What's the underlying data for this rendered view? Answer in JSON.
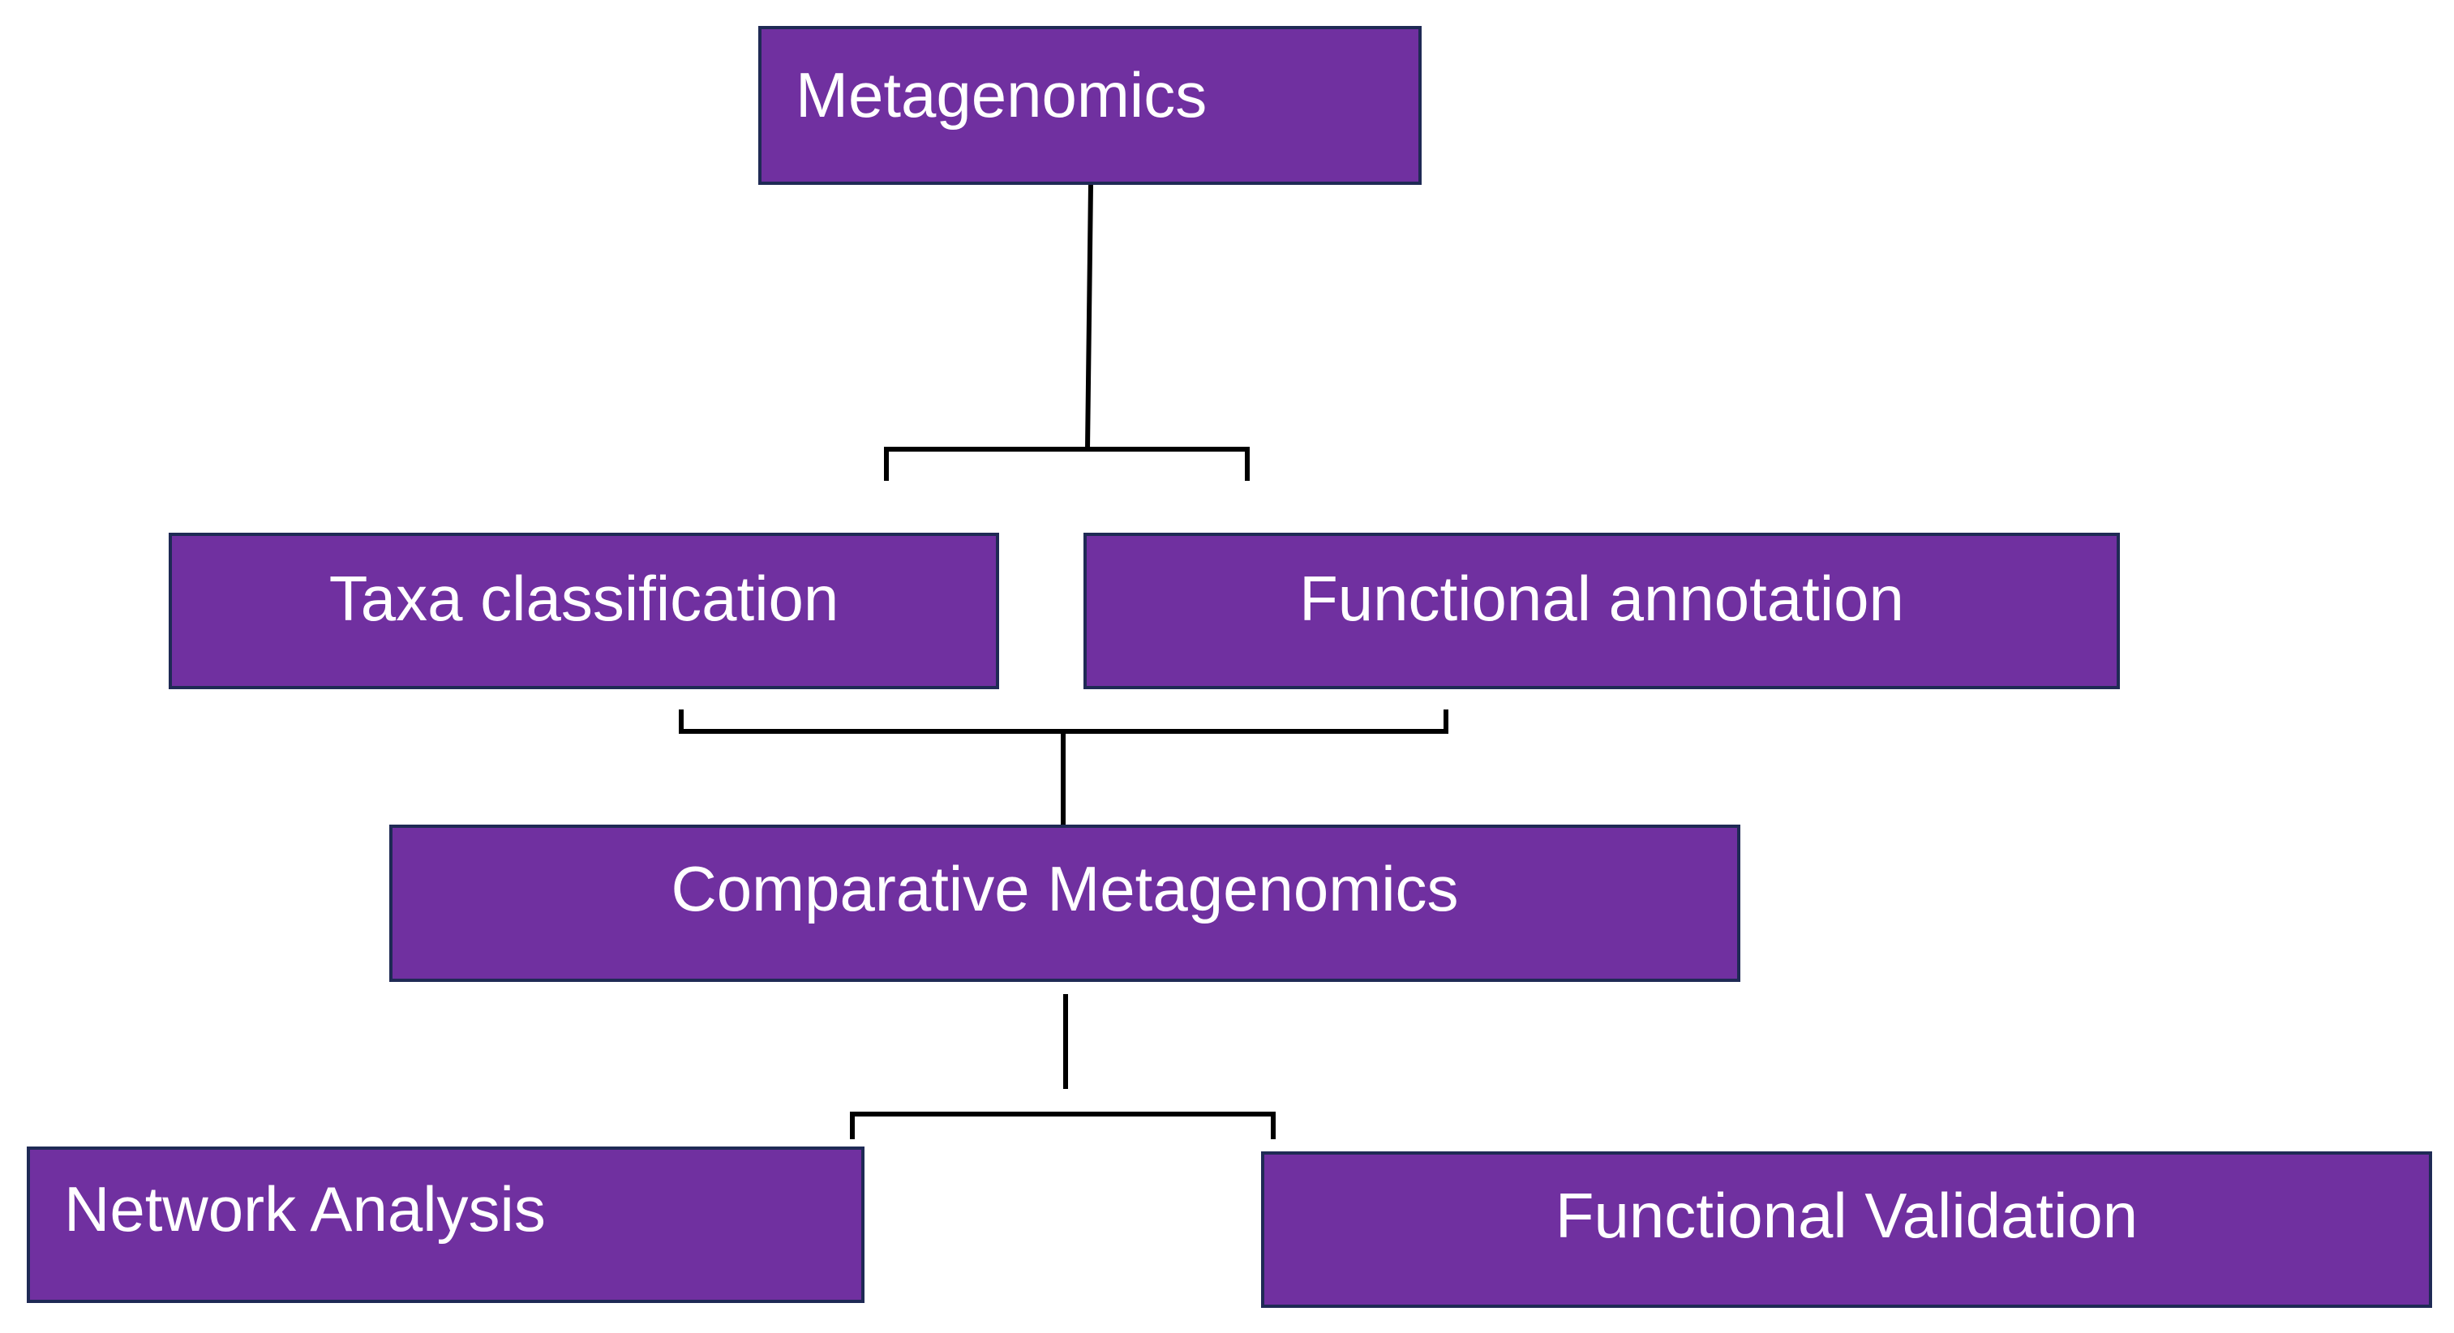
{
  "colors": {
    "box_fill": "#7030a0",
    "box_border": "#1f2a55",
    "box_text": "#ffffff",
    "connector": "#000000",
    "background": "#ffffff"
  },
  "nodes": {
    "metagenomics": "Metagenomics",
    "taxa_classification": "Taxa classification",
    "functional_annotation": "Functional annotation",
    "comparative_metagenomics": "Comparative Metagenomics",
    "network_analysis": "Network Analysis",
    "functional_validation": "Functional Validation"
  }
}
